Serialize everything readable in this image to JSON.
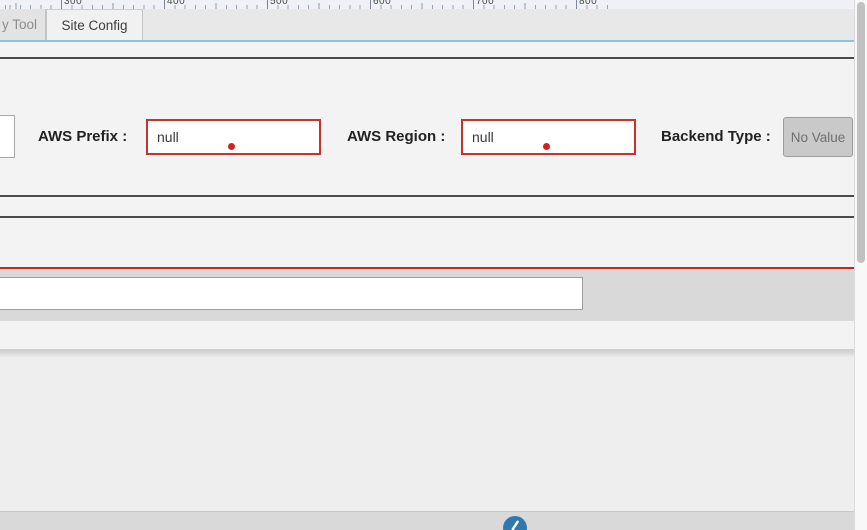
{
  "ruler": {
    "labels": [
      "300",
      "400",
      "500",
      "600",
      "700",
      "800"
    ]
  },
  "tabs": [
    {
      "label": "y Tool",
      "active": false
    },
    {
      "label": "Site Config",
      "active": true
    }
  ],
  "form": {
    "aws_prefix": {
      "label": "AWS Prefix :",
      "value": "null"
    },
    "aws_region": {
      "label": "AWS Region :",
      "value": "null"
    },
    "backend_type": {
      "label": "Backend Type :",
      "value": "No Value"
    }
  },
  "bottom_input": {
    "value": ""
  },
  "icons": {
    "bottom_circle": "info-icon"
  },
  "colors": {
    "error_red": "#c5342c",
    "separator_red": "#c2271f",
    "tab_underline_blue": "#85c4e4",
    "separator_dark": "#4b4b4b",
    "circle_blue": "#3079ae"
  }
}
